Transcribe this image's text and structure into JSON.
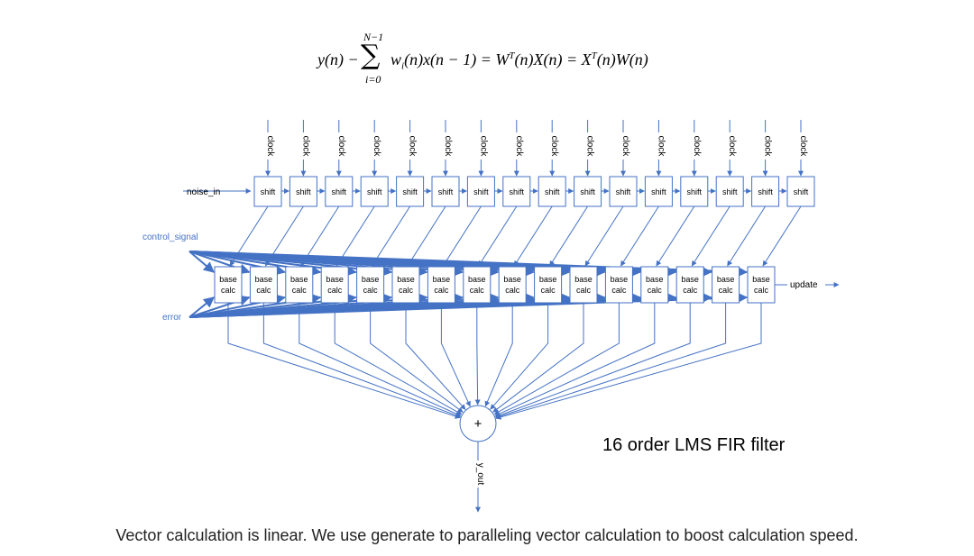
{
  "formula": {
    "lhs": "y(n) −",
    "sum_upper": "N−1",
    "sum_lower": "i=0",
    "sum_symbol": "∑",
    "term": "w",
    "term_sub": "i",
    "term_rest": "(n)x(n − 1) = W",
    "t1": "T",
    "mid": "(n)X(n) = X",
    "t2": "T",
    "end": "(n)W(n)"
  },
  "diagram": {
    "noise_label": "noise_in",
    "clock_label": "clock",
    "shift_label": "shift",
    "calc_label_line1": "base",
    "calc_label_line2": "calc",
    "control_label": "control_signal",
    "error_label": "error",
    "update_label": "update",
    "sum_label": "+",
    "output_label": "y_out",
    "order": 16
  },
  "title": "16 order LMS FIR filter",
  "caption": "Vector calculation is linear. We use generate to paralleling vector calculation to boost calculation speed.",
  "colors": {
    "line": "#4472c4",
    "box_border": "#4472c4",
    "label": "#4472c4",
    "text": "#000000"
  }
}
